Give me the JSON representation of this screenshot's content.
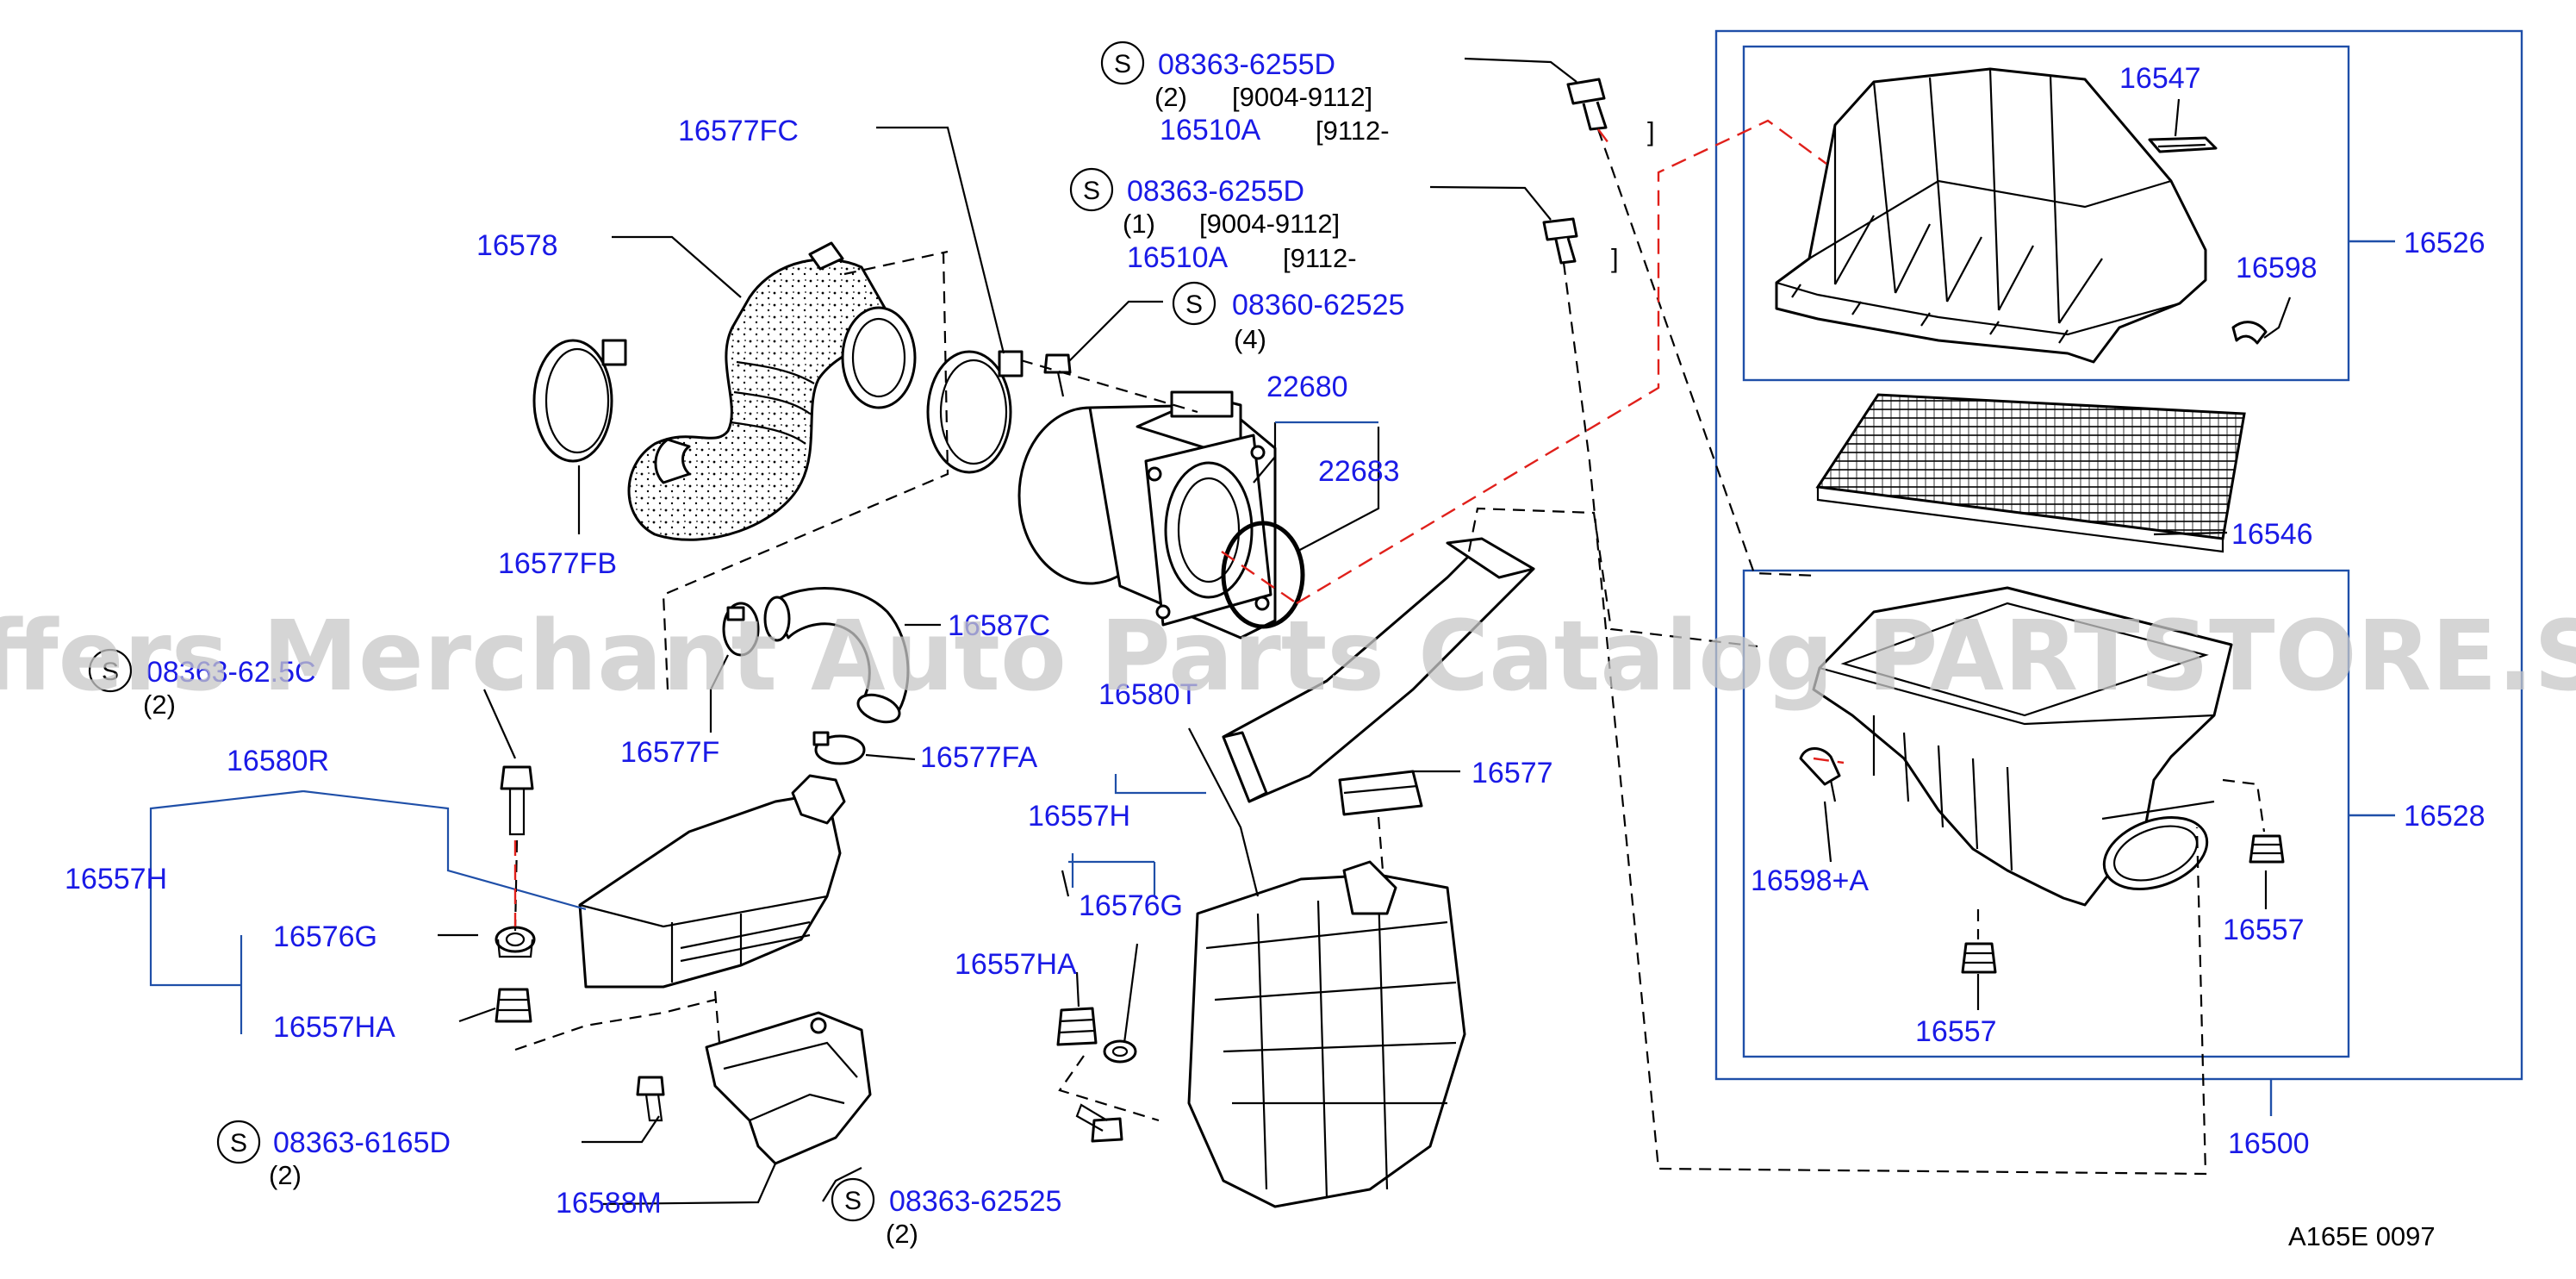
{
  "watermark": "Offers Merchant Auto Parts Catalog PARTSTORE.SA",
  "page_code": "A165E  0097",
  "colors": {
    "label": "#1a1ae6",
    "bracket": "#1f4fa8",
    "red_leader": "#e0201b",
    "watermark": "#c8c8c8"
  },
  "bolts": {
    "top_1": {
      "symbol": "S",
      "part": "08363-6255D",
      "qty": "(2)",
      "range1": "[9004-9112]",
      "alt_part": "16510A",
      "range2": "[9112-",
      "close": "]"
    },
    "top_2": {
      "symbol": "S",
      "part": "08363-6255D",
      "qty": "(1)",
      "range1": "[9004-9112]",
      "alt_part": "16510A",
      "range2": "[9112-",
      "close": "]"
    },
    "throttle": {
      "symbol": "S",
      "part": "08360-62525",
      "qty": "(4)"
    },
    "left": {
      "symbol": "S",
      "part": "08363-62.5C",
      "qty": "(2)"
    },
    "bracket": {
      "symbol": "S",
      "part": "08363-6165D",
      "qty": "(2)"
    },
    "bottom": {
      "symbol": "S",
      "part": "08363-62525",
      "qty": "(2)"
    }
  },
  "labels": {
    "l16577FC": "16577FC",
    "l16578": "16578",
    "l16577FB": "16577FB",
    "l22680": "22680",
    "l22683": "22683",
    "l16587C": "16587C",
    "l16577F": "16577F",
    "l16577FA": "16577FA",
    "l16580T": "16580T",
    "l16577": "16577",
    "l16557H_right": "16557H",
    "l16576G_right": "16576G",
    "l16557HA_right": "16557HA",
    "l16580R": "16580R",
    "l16557H_left": "16557H",
    "l16576G_left": "16576G",
    "l16557HA_left": "16557HA",
    "l16588M": "16588M",
    "l16547": "16547",
    "l16598": "16598",
    "l16526": "16526",
    "l16546": "16546",
    "l16528": "16528",
    "l16598A": "16598+A",
    "l16557_a": "16557",
    "l16557_b": "16557",
    "l16500": "16500"
  }
}
